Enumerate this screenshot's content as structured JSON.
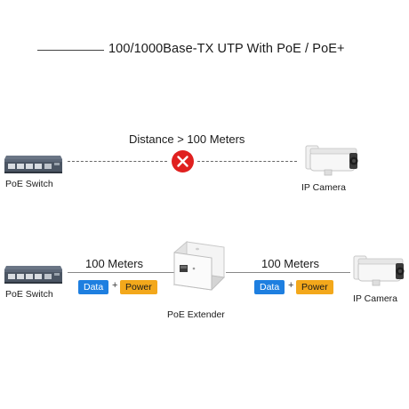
{
  "title": "100/1000Base-TX UTP With PoE / PoE+",
  "scenario_top": {
    "distance_label": "Distance > 100 Meters",
    "left_device": "PoE Switch",
    "right_device": "IP Camera",
    "status_icon": "x-circle-icon"
  },
  "scenario_bottom": {
    "left_device": "PoE Switch",
    "middle_device": "PoE Extender",
    "right_device": "IP Camera",
    "left_distance": "100 Meters",
    "right_distance": "100 Meters",
    "data_badge": "Data",
    "power_badge": "Power",
    "plus": "+"
  },
  "colors": {
    "data_badge": "#1e7fe0",
    "power_badge": "#f3a81b",
    "status_error": "#e0201f"
  }
}
